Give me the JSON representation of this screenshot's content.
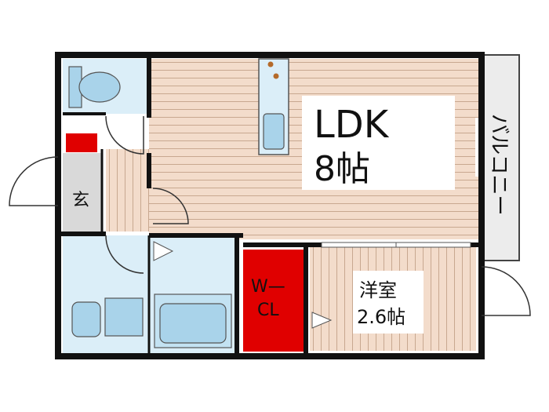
{
  "rooms": {
    "ldk": {
      "name": "LDK",
      "size": "8帖"
    },
    "western": {
      "name": "洋室",
      "size": "2.6帖"
    },
    "wcl": {
      "line1": "W—",
      "line2": "CL"
    },
    "entrance": {
      "name": "玄"
    },
    "balcony": {
      "name": "バルコニー"
    }
  },
  "colors": {
    "wall": "#111111",
    "floor_wood": "#f3dccb",
    "floor_line": "#c8a890",
    "wet_area": "#dbeef8",
    "fixture": "#a9d3ea",
    "closet": "#e00000",
    "balcony": "#ececec",
    "entrance_floor": "#d9d9d9"
  },
  "icons": [
    "toilet-icon",
    "sink-icon",
    "bathtub-icon",
    "kitchen-sink-icon",
    "stove-icon",
    "door-swing-icon",
    "shoe-box-icon"
  ]
}
